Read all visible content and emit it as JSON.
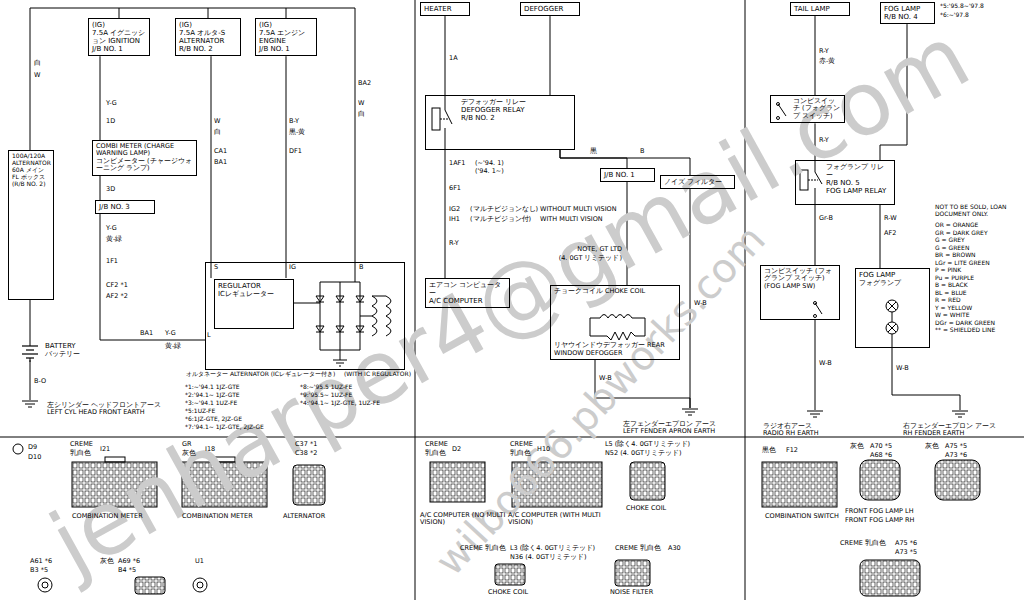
{
  "diagram": {
    "nodes": [
      {
        "text": [
          "(IG)",
          "7.5A イグニッション IGNITION",
          "J/B NO. 1"
        ]
      },
      {
        "text": [
          "(IG)",
          "7.5A オルタ-S ALTERNATOR",
          "R/B NO. 2"
        ]
      },
      {
        "text": [
          "(IG)",
          "7.5A エンジン ENGINE",
          "J/B NO. 1"
        ]
      },
      {
        "text": [
          "COMBI METER (CHARGE WARNING LAMP)",
          "コンビメーター (チャージウォーニング ランプ)"
        ]
      },
      {
        "text": [
          "J/B NO. 3"
        ]
      },
      {
        "text": [
          "100A/120A ALTERNATOR",
          "60A メイン",
          "FL ボックス (R/B NO. 2)"
        ]
      },
      {
        "text": [
          "BATTERY",
          "バッテリー"
        ]
      },
      {
        "text": [
          "オルタネーター ALTERNATOR (ICレギュレーター付き)",
          "(WITH IC REGULATOR)"
        ]
      },
      {
        "text": [
          "REGULATOR",
          "ICレギュレーター"
        ],
        "in": 7
      },
      {
        "text": [
          "左シリンダー ヘッドフロントアース",
          "LEFT CYL HEAD FRONT EARTH"
        ]
      },
      {
        "text": [
          "HEATER"
        ]
      },
      {
        "text": [
          "DEFOGGER"
        ]
      },
      {
        "text": [
          "デフォッガー リレー",
          "DEFOGGER RELAY",
          "R/B NO. 2"
        ]
      },
      {
        "text": [
          "J/B NO. 1"
        ]
      },
      {
        "text": [
          "ノイズ フィルター"
        ]
      },
      {
        "text": [
          "エアコン コンピューター",
          "A/C COMPUTER"
        ]
      },
      {
        "text": [
          "チョークコイル CHOKE COIL",
          "リヤウインドウデフォッガー REAR WINDOW DEFOGGER"
        ]
      },
      {
        "text": [
          "左フェンダーエプロン アース",
          "LEFT FENDER APRON EARTH"
        ]
      },
      {
        "text": [
          "TAIL LAMP"
        ]
      },
      {
        "text": [
          "FOG LAMP",
          "R/B NO. 4"
        ]
      },
      {
        "text": [
          "コンビスイッチ (フォグランプ スイッチ)"
        ]
      },
      {
        "text": [
          "フォグランプ リレー",
          "R/B NO. 5",
          "FOG LAMP RELAY"
        ]
      },
      {
        "text": [
          "FOG LAMP",
          "フォグランプ"
        ]
      },
      {
        "text": [
          "コンビスイッチ (フォグランプ スイッチ)",
          "(FOG LAMP SW)"
        ]
      },
      {
        "text": [
          "ラジオ右アース",
          "RADIO RH EARTH"
        ]
      },
      {
        "text": [
          "右フェンダーエプロン アース",
          "RH FENDER EARTH"
        ]
      }
    ],
    "edges": [
      {
        "from": 0,
        "to": 3,
        "arrow": "none"
      },
      {
        "from": 3,
        "to": 4,
        "arrow": "none"
      },
      {
        "from": 1,
        "to": 7,
        "arrow": "none"
      },
      {
        "from": 2,
        "to": 7,
        "arrow": "none"
      },
      {
        "from": 4,
        "to": 7,
        "arrow": "none"
      },
      {
        "from": 5,
        "to": 6,
        "arrow": "none"
      },
      {
        "from": 5,
        "to": 7,
        "arrow": "none"
      },
      {
        "from": 6,
        "to": 9,
        "arrow": "none"
      },
      {
        "from": 10,
        "to": 12,
        "arrow": "none"
      },
      {
        "from": 11,
        "to": 12,
        "arrow": "none"
      },
      {
        "from": 12,
        "to": 14,
        "arrow": "none"
      },
      {
        "from": 12,
        "to": 13,
        "arrow": "none"
      },
      {
        "from": 12,
        "to": 15,
        "arrow": "none"
      },
      {
        "from": 13,
        "to": 16,
        "arrow": "none"
      },
      {
        "from": 16,
        "to": 17,
        "arrow": "none"
      },
      {
        "from": 14,
        "to": 17,
        "arrow": "none"
      },
      {
        "from": 18,
        "to": 20,
        "arrow": "none"
      },
      {
        "from": 20,
        "to": 21,
        "arrow": "none"
      },
      {
        "from": 19,
        "to": 21,
        "arrow": "none"
      },
      {
        "from": 21,
        "to": 22,
        "arrow": "none"
      },
      {
        "from": 21,
        "to": 23,
        "arrow": "none"
      },
      {
        "from": 23,
        "to": 24,
        "arrow": "none"
      },
      {
        "from": 22,
        "to": 25,
        "arrow": "none"
      }
    ],
    "labels": [
      "白",
      "W",
      "B-O",
      "1D",
      "Y-G",
      "3D",
      "Y-G",
      "黄-緑",
      "1F1",
      "CF2 *1",
      "AF2 *2",
      "BA1",
      "Y-G",
      "黄-緑",
      "W",
      "白",
      "CA1",
      "BA1",
      "B-Y",
      "黒-黄",
      "DF1",
      "W",
      "白",
      "BA2",
      "S",
      "IG",
      "B",
      "L",
      "*1:~'94.1 1JZ-GTE",
      "*2:'94.1~ 1JZ-GTE",
      "*3:~'94.1 1UZ-FE",
      "*5:1UZ-FE",
      "*6:1JZ-GTE, 2JZ-GE",
      "*7:'94.1~ 1JZ-GTE, 2JZ-GE",
      "*8:~'95.5 1UZ-FE",
      "*9:'95.5~ 1UZ-FE",
      "*4:'94.1~ 1JZ-GTE, 1UZ-FE",
      "1A",
      "黒",
      "B",
      "1AF1",
      "(~'94. 1)",
      "('94. 1~)",
      "6F1",
      "IG2",
      "(マルチビジョンなし)",
      "WITHOUT MULTI VISION",
      "IH1",
      "(マルチビジョン付)",
      "WITH MULTI VISION",
      "R-Y",
      "NOTE, GT LTD",
      "(4. 0GT リミテッド)",
      "W-B",
      "W-B",
      "R-Y",
      "赤-黄",
      "R-Y",
      "*5:'95.8~'97.8",
      "*6:~'97.8",
      "Gr-B",
      "R-W",
      "AF2",
      "W-B",
      "W-B",
      "NOT TO BE SOLD, LOAN DOCUMENT ONLY.",
      "OR = ORANGE",
      "GR = DARK GREY",
      "G = GREY",
      "G = GREEN",
      "BR = BROWN",
      "LGr = LITE GREEN",
      "P = PINK",
      "Pu = PURPLE",
      "B = BLACK",
      "BL = BLUE",
      "R = RED",
      "Y = YELLOW",
      "W = WHITE",
      "DGr = DARK GREEN",
      "** = SHIELDED LINE",
      "D9",
      "D10",
      "CREME",
      "乳白色",
      "I21",
      "GR",
      "灰色",
      "I18",
      "C37 *1",
      "C38 *2",
      "COMBINATION METER",
      "COMBINATION METER",
      "ALTERNATOR",
      "A61 *6",
      "B3 *5",
      "灰色",
      "A69 *6",
      "B4 *5",
      "U1",
      "CREME",
      "乳白色",
      "D2",
      "CREME",
      "乳白色",
      "H10",
      "L5 (除く4. 0GTリミテッド)",
      "N52 (4. 0GTリミテッド)",
      "A/C COMPUTER (NO MULTI VISION)",
      "A/C COMPUTER (WITH MULTI VISION)",
      "CHOKE COIL",
      "CREME",
      "乳白色",
      "L3 (除く4. 0GTリミテッド)",
      "N36 (4. 0GTリミテッド)",
      "CREME",
      "乳白色",
      "A30",
      "CHOKE COIL",
      "NOISE FILTER",
      "黒色",
      "F12",
      "灰色",
      "A70 *5",
      "A68 *6",
      "灰色",
      "A75 *5",
      "A73 *6",
      "COMBINATION SWITCH",
      "FRONT FOG LAMP LH",
      "FRONT FOG LAMP RH",
      "CREME",
      "乳白色",
      "A75 *6",
      "A73 *5",
      "jenharper4@gmail.com",
      "wilbo666.pbworks.com"
    ]
  }
}
